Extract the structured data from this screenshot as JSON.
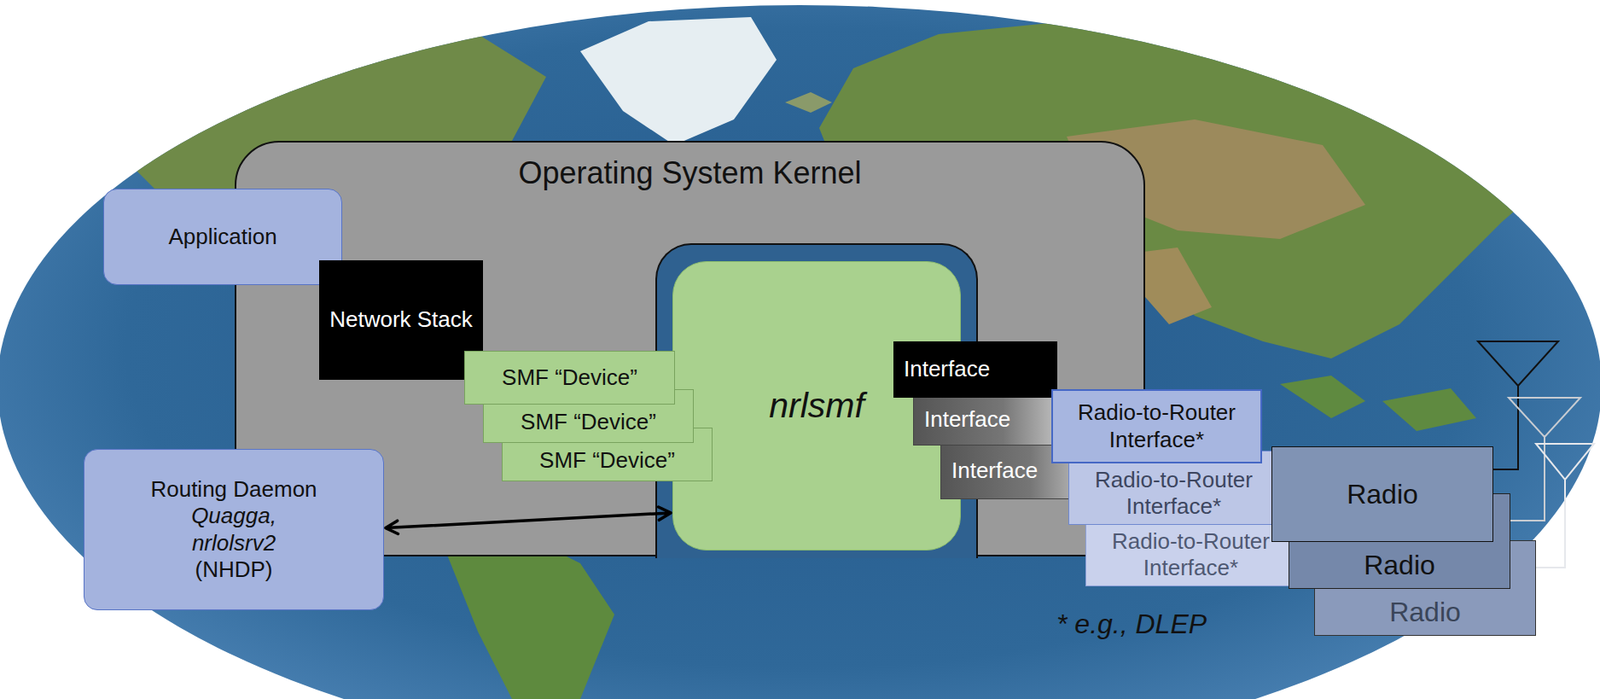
{
  "diagram": {
    "nodes": [
      {
        "text": [
          "Application"
        ]
      },
      {
        "text": [
          "Operating System Kernel"
        ]
      },
      {
        "text": [
          "Network Stack"
        ],
        "in": 1
      },
      {
        "text": [
          "SMF “Device”"
        ],
        "in": 1
      },
      {
        "text": [
          "SMF “Device”"
        ],
        "in": 1
      },
      {
        "text": [
          "SMF “Device”"
        ],
        "in": 1
      },
      {
        "text": [
          "nrlsmf"
        ],
        "in": 1
      },
      {
        "text": [
          "Interface"
        ],
        "in": 1
      },
      {
        "text": [
          "Interface"
        ],
        "in": 1
      },
      {
        "text": [
          "Interface"
        ],
        "in": 1
      },
      {
        "text": [
          "Radio-to-Router Interface*"
        ]
      },
      {
        "text": [
          "Radio-to-Router Interface*"
        ]
      },
      {
        "text": [
          "Radio-to-Router Interface*"
        ]
      },
      {
        "text": [
          "Radio"
        ]
      },
      {
        "text": [
          "Radio"
        ]
      },
      {
        "text": [
          "Radio"
        ]
      },
      {
        "text": [
          "Routing Daemon",
          "Quagga,",
          "nrlolsrv2",
          "(NHDP)"
        ]
      }
    ],
    "edges": [
      {
        "from": 16,
        "to": 6,
        "arrow": "both"
      }
    ],
    "labels": [
      "* e.g., DLEP"
    ]
  }
}
